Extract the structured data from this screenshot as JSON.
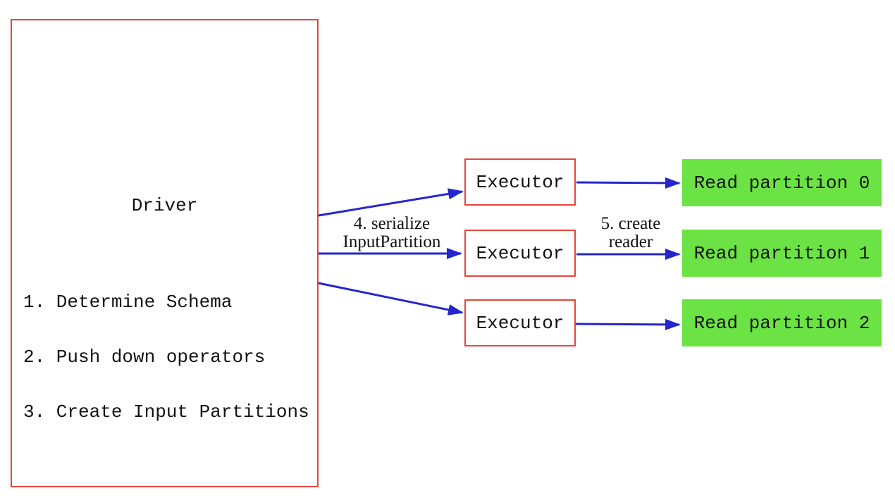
{
  "colors": {
    "background": "#ffffff",
    "box-border-red": "#e5463d",
    "arrow-blue": "#2425cd",
    "partition-green": "#6ce345",
    "text-color": "#121212"
  },
  "driver": {
    "title": "Driver",
    "steps": [
      "1. Determine Schema",
      "2. Push down operators",
      "3. Create Input Partitions"
    ]
  },
  "executors": [
    {
      "label": "Executor"
    },
    {
      "label": "Executor"
    },
    {
      "label": "Executor"
    }
  ],
  "partitions": [
    {
      "label": "Read partition 0"
    },
    {
      "label": "Read partition 1"
    },
    {
      "label": "Read partition 2"
    }
  ],
  "arrow_labels": {
    "serialize": {
      "line1": "4. serialize",
      "line2": "InputPartition"
    },
    "create_reader": {
      "line1": "5. create",
      "line2": "reader"
    }
  }
}
